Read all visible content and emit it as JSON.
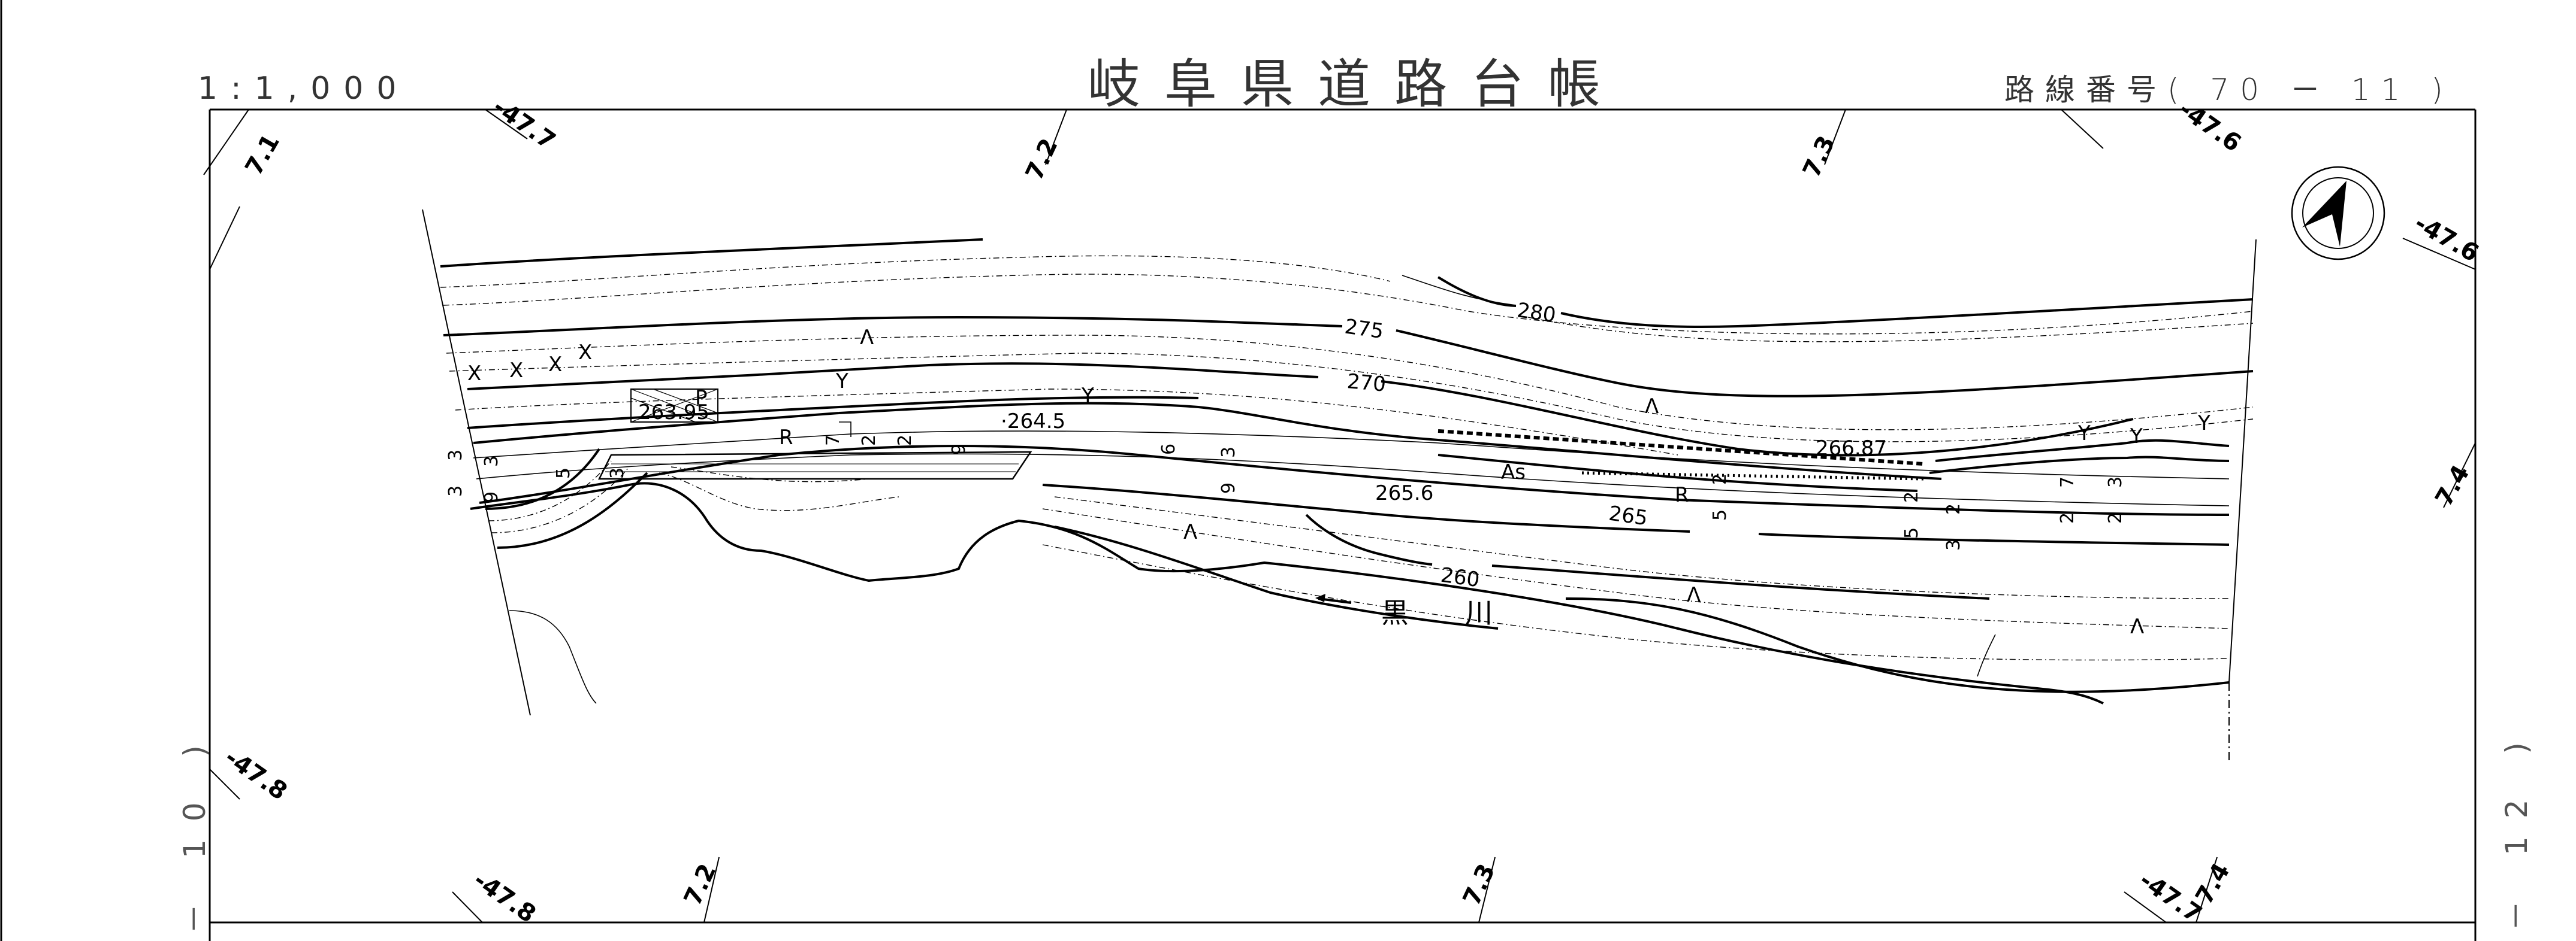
{
  "sheet": {
    "scale": "1:1,000",
    "title": "岐阜県道路台帳",
    "route_label": "路線番号",
    "route_number_open": "(",
    "route_number": "70 － 11",
    "route_number_close": ")",
    "left_connector": "－ 10 )",
    "right_connector": "－ 12 )"
  },
  "grid_labels": {
    "top_left_x": "7.1",
    "top_y_left": "-47.7",
    "top_x_mid": "7.2",
    "top_x_right": "7.3",
    "top_y_right": "-47.6",
    "right_y": "-47.6",
    "right_x": "7.4",
    "left_y": "-47.8",
    "bottom_y_left": "-47.8",
    "bottom_x_left": "7.2",
    "bottom_x_mid": "7.3",
    "bottom_y_right": "-47.7",
    "bottom_x_right": "7.4"
  },
  "map": {
    "contours": {
      "c280": "280",
      "c275": "275",
      "c270": "270",
      "c265": "265",
      "c260": "260"
    },
    "elevations": {
      "e1": "263.95",
      "e2": "·264.5",
      "e3": "265.6",
      "e4": "266.87"
    },
    "surface_label": "As",
    "road_marks": {
      "r1": "R",
      "r2": "R",
      "p": "P"
    },
    "widths": [
      "3",
      "3",
      "3",
      "9",
      "5",
      "3",
      "7",
      "2",
      "2",
      "9",
      "6",
      "3",
      "9",
      "2",
      "5",
      "2",
      "5",
      "2",
      "7",
      "2",
      "3",
      "2",
      "3"
    ],
    "river_name": "黒　川",
    "symbols": {
      "wasteland": "Λ",
      "orchard": "Y",
      "field": "X"
    }
  },
  "north_arrow": "north-arrow-icon",
  "colors": {
    "ink": "#000000",
    "paper": "#ffffff"
  }
}
